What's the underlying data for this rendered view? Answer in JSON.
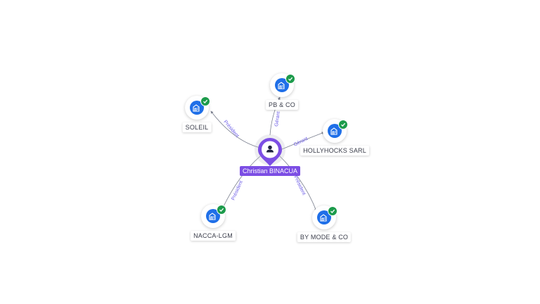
{
  "colors": {
    "company_icon": "#1f6fe8",
    "check_badge": "#1c9b4b",
    "person_accent": "#7c4ee4",
    "edge": "#7a7f8e",
    "edge_label": "#6c5ce7"
  },
  "person": {
    "name": "Christian BINACUA",
    "icon": "user-icon"
  },
  "companies": [
    {
      "id": "pbco",
      "name": "PB & CO",
      "icon": "building-icon",
      "verified": true,
      "relation": "Gérant"
    },
    {
      "id": "soleil",
      "name": "SOLEIL",
      "icon": "building-icon",
      "verified": true,
      "relation": "Président"
    },
    {
      "id": "hollyhocks",
      "name": "HOLLYHOCKS SARL",
      "icon": "building-icon",
      "verified": true,
      "relation": "Gérant"
    },
    {
      "id": "nacca",
      "name": "NACCA-LGM",
      "icon": "building-icon",
      "verified": true,
      "relation": "Président"
    },
    {
      "id": "bymode",
      "name": "BY MODE & CO",
      "icon": "building-icon",
      "verified": true,
      "relation": "Président"
    }
  ]
}
